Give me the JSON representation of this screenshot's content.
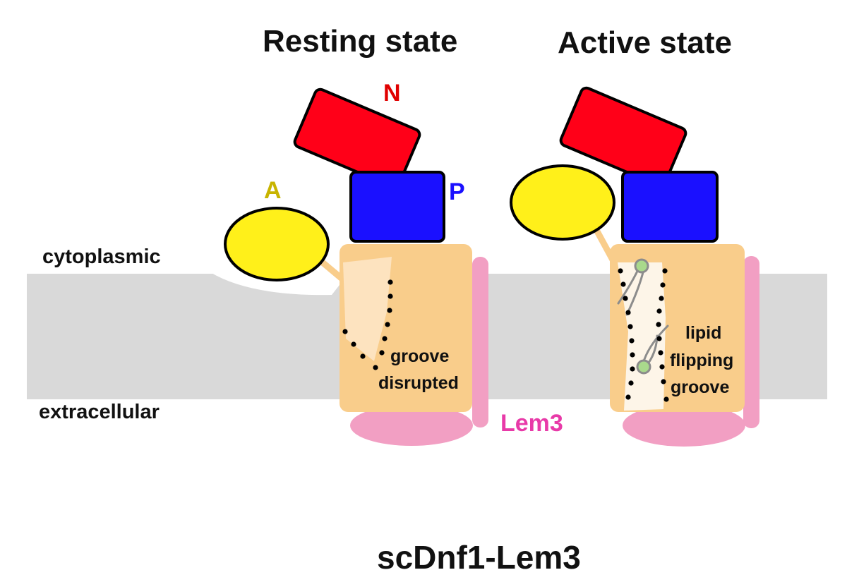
{
  "titles": {
    "resting": "Resting state",
    "active": "Active state"
  },
  "sides": {
    "cytoplasmic": "cytoplasmic",
    "extracellular": "extracellular"
  },
  "domains": {
    "N": "N",
    "A": "A",
    "P": "P",
    "subunit": "Lem3"
  },
  "resting_labels": {
    "line1": "groove",
    "line2": "disrupted"
  },
  "active_labels": {
    "line1": "lipid",
    "line2": "flipping",
    "line3": "groove"
  },
  "caption": "scDnf1-Lem3",
  "colors": {
    "membrane": "#d9d9d9",
    "tm_domain": "#f9cd8b",
    "groove_resting": "#fde3bf",
    "groove_active": "#fdf5e8",
    "n_domain": "#ff0018",
    "p_domain": "#1a10ff",
    "a_domain": "#fff01a",
    "lem3": "#f29fc3",
    "label_n": "#e00000",
    "label_p": "#1a10ff",
    "label_a": "#c8b400",
    "label_lem3": "#e83aa8",
    "lipid_head": "#a9d98c"
  }
}
